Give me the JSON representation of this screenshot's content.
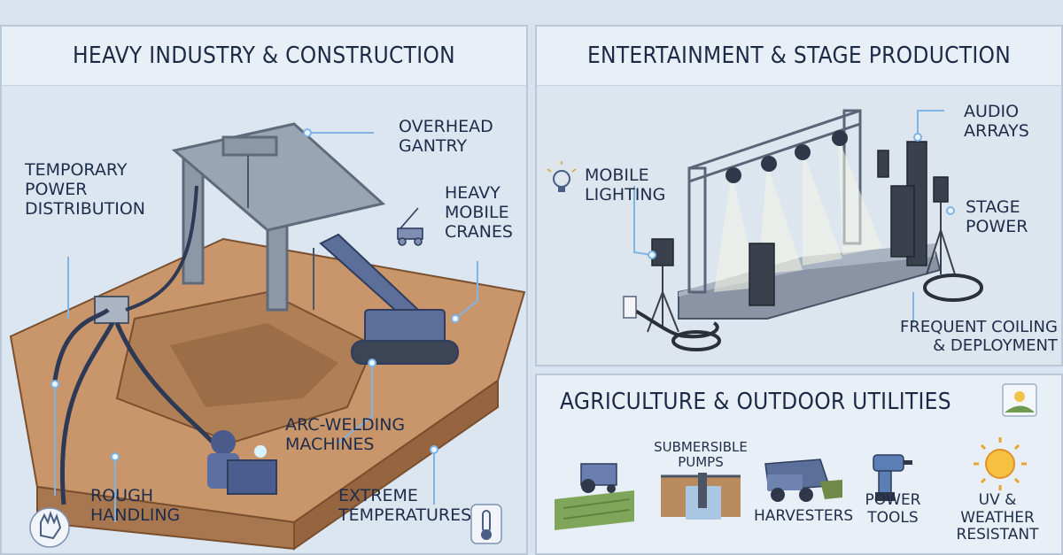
{
  "heavy_industry": {
    "title": "HEAVY INDUSTRY & CONSTRUCTION",
    "overhead_gantry": "OVERHEAD\nGANTRY",
    "temp_power": "TEMPORARY\nPOWER\nDISTRIBUTION",
    "mobile_cranes": "HEAVY\nMOBILE\nCRANES",
    "arc_welding": "ARC-WELDING\nMACHINES",
    "rough_handling": "ROUGH\nHANDLING",
    "extreme_temps": "EXTREME\nTEMPERATURES"
  },
  "entertainment": {
    "title": "ENTERTAINMENT & STAGE PRODUCTION",
    "mobile_lighting": "MOBILE\nLIGHTING",
    "audio_arrays": "AUDIO\nARRAYS",
    "stage_power": "STAGE\nPOWER",
    "coiling": "FREQUENT COILING\n& DEPLOYMENT"
  },
  "agriculture": {
    "title": "AGRICULTURE & OUTDOOR UTILITIES",
    "items": [
      {
        "label": "",
        "icon": "tractor-icon"
      },
      {
        "label": "SUBMERSIBLE\nPUMPS",
        "icon": "pump-icon"
      },
      {
        "label": "HARVESTERS",
        "icon": "harvester-icon"
      },
      {
        "label": "POWER\nTOOLS",
        "icon": "drill-icon"
      },
      {
        "label": "UV & WEATHER\nRESISTANT",
        "icon": "sun-icon"
      }
    ]
  }
}
